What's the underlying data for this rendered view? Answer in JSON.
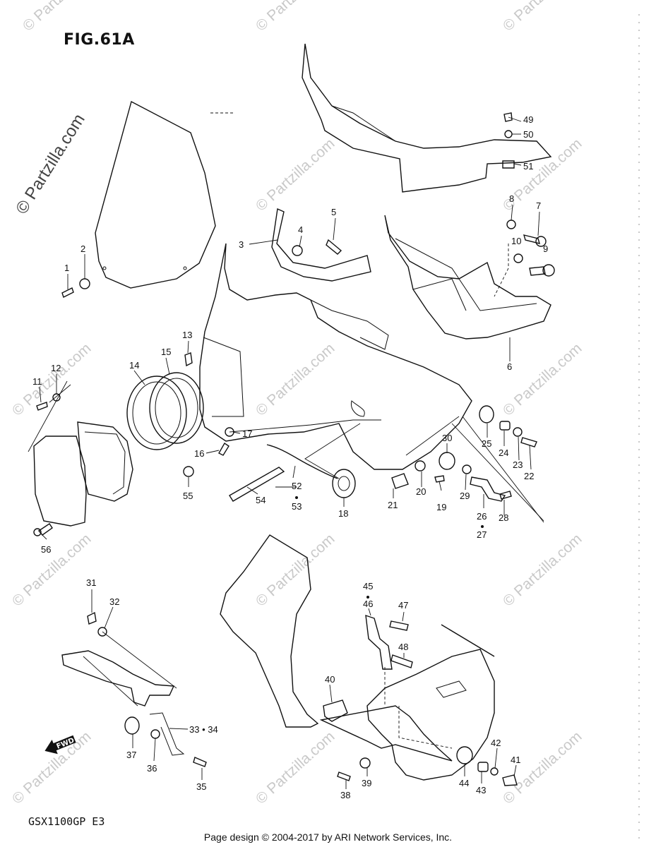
{
  "figure": {
    "title": "FIG.61A",
    "model": "GSX1100GP  E3"
  },
  "watermark": {
    "text": "© Partzilla.com",
    "color": "#c9c9c9"
  },
  "footer": {
    "text": "Page design © 2004-2017 by ARI Network Services, Inc."
  },
  "fwd_arrow": {
    "label": "FWD"
  },
  "callouts": [
    {
      "id": "1",
      "label": "1"
    },
    {
      "id": "2",
      "label": "2"
    },
    {
      "id": "3",
      "label": "3"
    },
    {
      "id": "4",
      "label": "4"
    },
    {
      "id": "5",
      "label": "5"
    },
    {
      "id": "6",
      "label": "6"
    },
    {
      "id": "7",
      "label": "7"
    },
    {
      "id": "8",
      "label": "8"
    },
    {
      "id": "9",
      "label": "9"
    },
    {
      "id": "10",
      "label": "10"
    },
    {
      "id": "11",
      "label": "11"
    },
    {
      "id": "12",
      "label": "12"
    },
    {
      "id": "13",
      "label": "13"
    },
    {
      "id": "14",
      "label": "14"
    },
    {
      "id": "15",
      "label": "15"
    },
    {
      "id": "16",
      "label": "16"
    },
    {
      "id": "17",
      "label": "17"
    },
    {
      "id": "18",
      "label": "18"
    },
    {
      "id": "19",
      "label": "19"
    },
    {
      "id": "20",
      "label": "20"
    },
    {
      "id": "21",
      "label": "21"
    },
    {
      "id": "22",
      "label": "22"
    },
    {
      "id": "23",
      "label": "23"
    },
    {
      "id": "24",
      "label": "24"
    },
    {
      "id": "25",
      "label": "25"
    },
    {
      "id": "26",
      "label": "26"
    },
    {
      "id": "27",
      "label": "27"
    },
    {
      "id": "28",
      "label": "28"
    },
    {
      "id": "29",
      "label": "29"
    },
    {
      "id": "30",
      "label": "30"
    },
    {
      "id": "31",
      "label": "31"
    },
    {
      "id": "32",
      "label": "32"
    },
    {
      "id": "33-34",
      "label": "33 • 34"
    },
    {
      "id": "35",
      "label": "35"
    },
    {
      "id": "36",
      "label": "36"
    },
    {
      "id": "37",
      "label": "37"
    },
    {
      "id": "38",
      "label": "38"
    },
    {
      "id": "39",
      "label": "39"
    },
    {
      "id": "40",
      "label": "40"
    },
    {
      "id": "41",
      "label": "41"
    },
    {
      "id": "42",
      "label": "42"
    },
    {
      "id": "43",
      "label": "43"
    },
    {
      "id": "44",
      "label": "44"
    },
    {
      "id": "45",
      "label": "45"
    },
    {
      "id": "46",
      "label": "46"
    },
    {
      "id": "47",
      "label": "47"
    },
    {
      "id": "48",
      "label": "48"
    },
    {
      "id": "49",
      "label": "49"
    },
    {
      "id": "50",
      "label": "50"
    },
    {
      "id": "51",
      "label": "51"
    },
    {
      "id": "52",
      "label": "52"
    },
    {
      "id": "53",
      "label": "53"
    },
    {
      "id": "54",
      "label": "54"
    },
    {
      "id": "55",
      "label": "55"
    },
    {
      "id": "56",
      "label": "56"
    }
  ]
}
